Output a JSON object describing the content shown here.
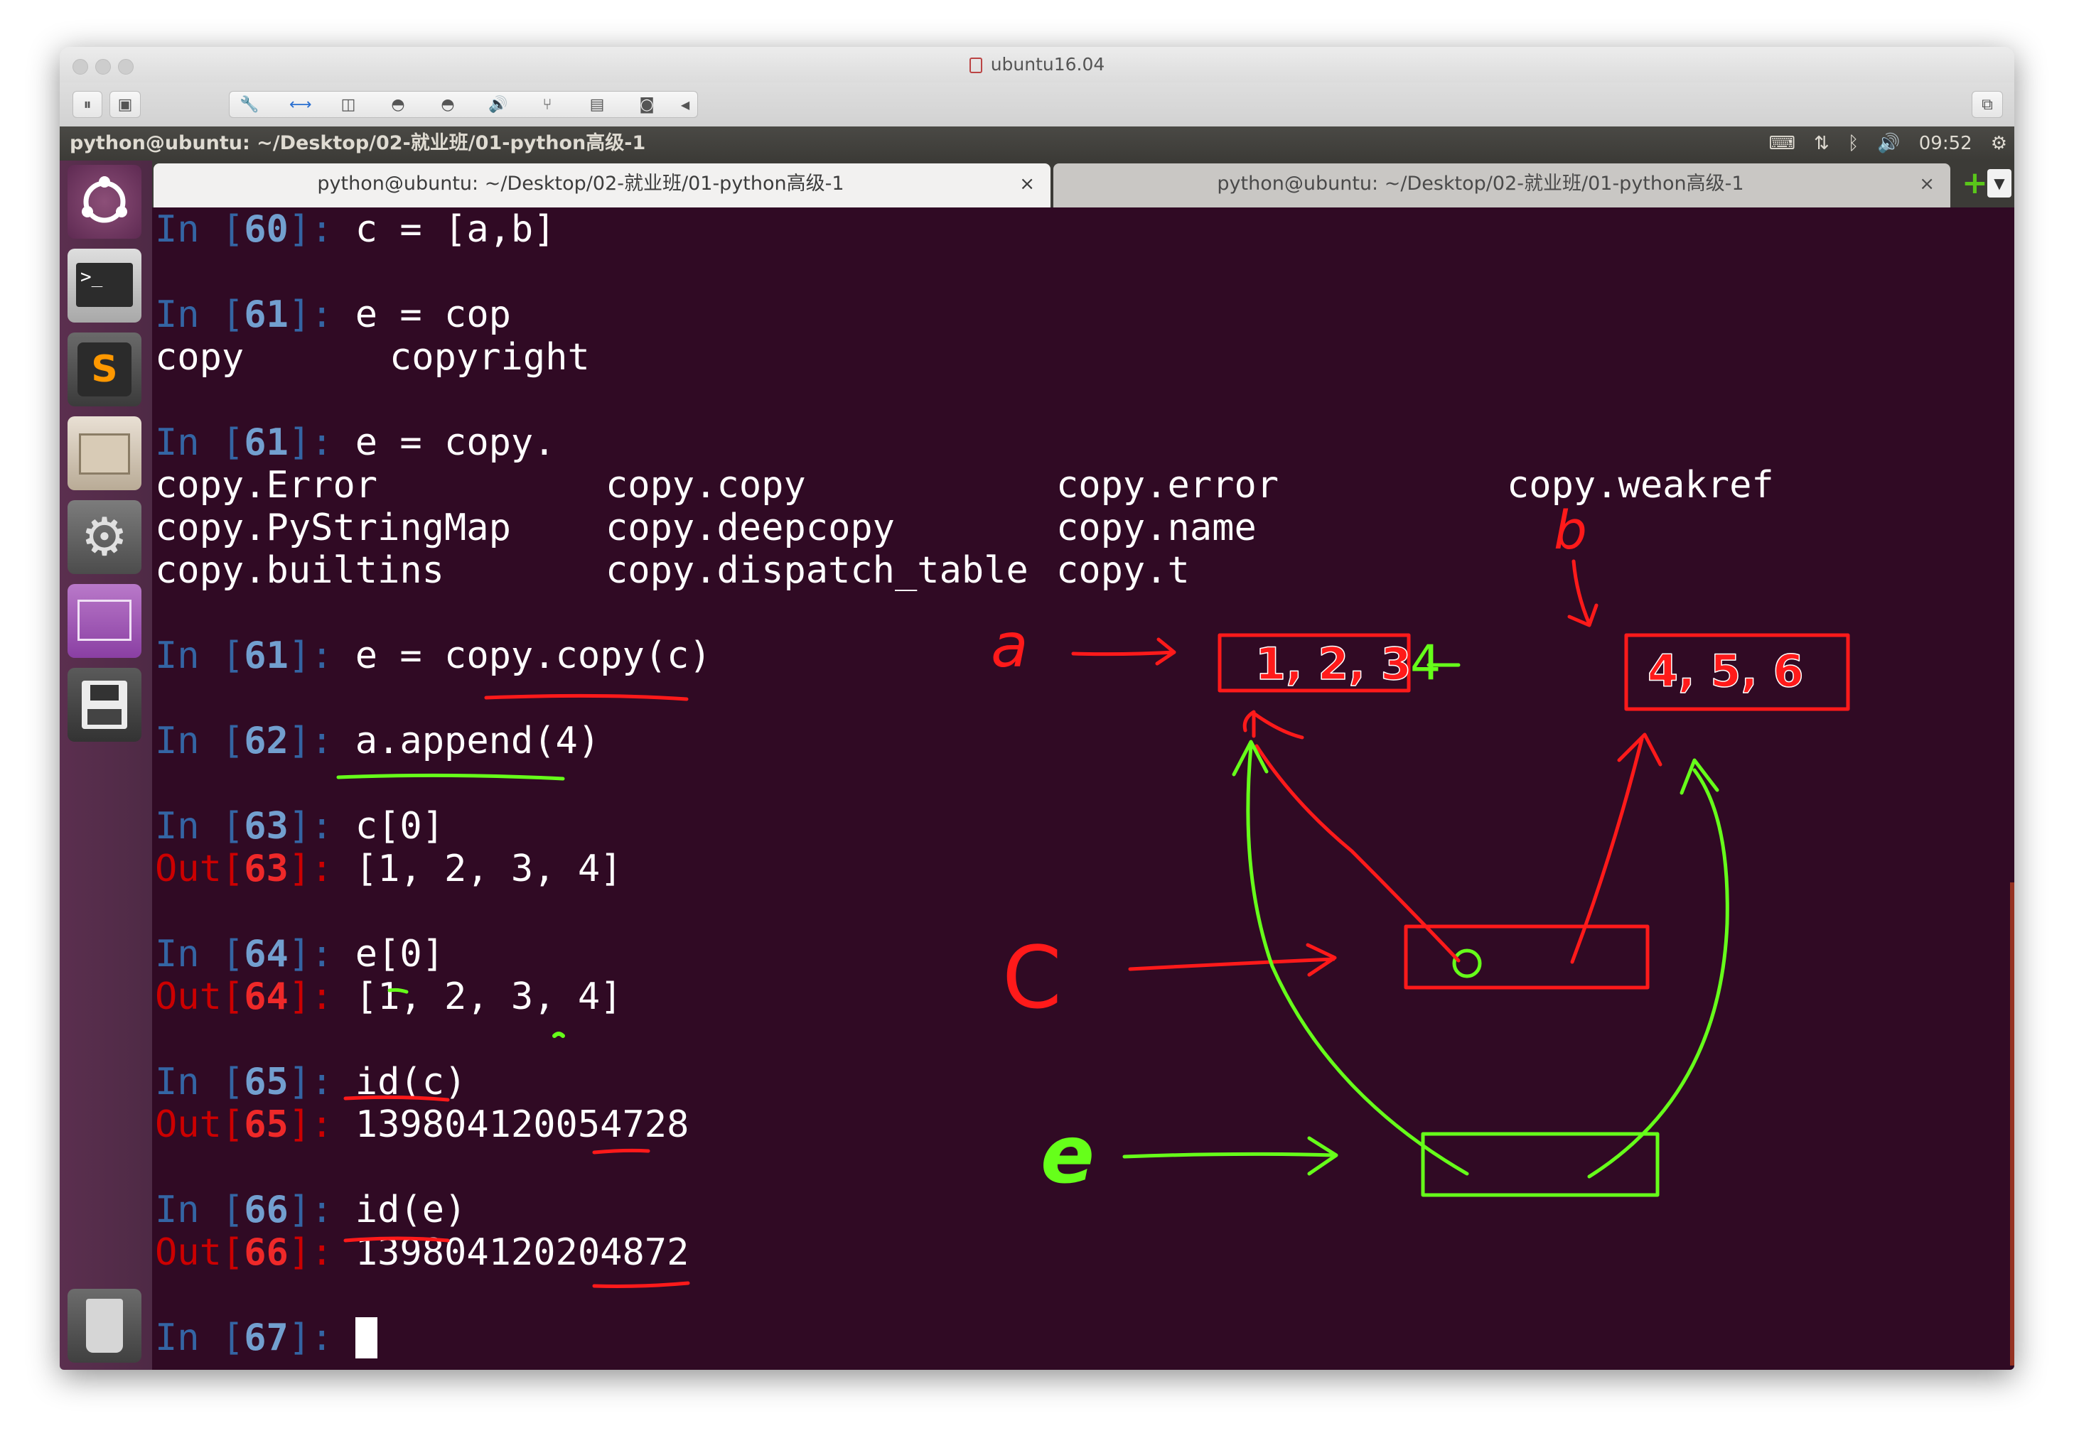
{
  "vm_window": {
    "title": "ubuntu16.04"
  },
  "ubuntu_panel": {
    "title": "python@ubuntu: ~/Desktop/02-就业班/01-python高级-1",
    "clock": "09:52"
  },
  "tabs": [
    {
      "label": "python@ubuntu: ~/Desktop/02-就业班/01-python高级-1",
      "close": "×",
      "active": true
    },
    {
      "label": "python@ubuntu: ~/Desktop/02-就业班/01-python高级-1",
      "close": "×",
      "active": false
    }
  ],
  "new_tab_label": "+",
  "terminal": {
    "prompt_in": "In [",
    "prompt_out": "Out[",
    "prompt_close": "]: ",
    "entries": [
      {
        "n": "60",
        "code": "c = [a,b]"
      },
      {
        "n": "61",
        "code": "e = cop"
      },
      {
        "n": "61",
        "code": "e = copy."
      },
      {
        "n": "61",
        "code": "e = copy.copy(c)"
      },
      {
        "n": "62",
        "code": "a.append(4)"
      },
      {
        "n": "63",
        "code": "c[0]",
        "out": "[1, 2, 3, 4]"
      },
      {
        "n": "64",
        "code": "e[0]",
        "out": "[1, 2, 3, 4]"
      },
      {
        "n": "65",
        "code": "id(c)",
        "out": "139804120054728"
      },
      {
        "n": "66",
        "code": "id(e)",
        "out": "139804120204872"
      },
      {
        "n": "67",
        "code": ""
      }
    ],
    "completion_1": [
      "copy",
      "copyright"
    ],
    "completion_2": [
      [
        "copy.Error",
        "copy.copy",
        "copy.error",
        "copy.weakref"
      ],
      [
        "copy.PyStringMap",
        "copy.deepcopy",
        "copy.name"
      ],
      [
        "copy.builtins",
        "copy.dispatch_table",
        "copy.t"
      ]
    ]
  },
  "annotations": {
    "box_a_text": "1, 2, 3",
    "box_b_text": "4, 5, 6",
    "label_a": "a",
    "label_b": "b",
    "label_c": "C",
    "label_e": "e",
    "appended_digit": "4",
    "colors": {
      "red": "#ff1a1a",
      "green": "#66ff1a"
    }
  },
  "colors": {
    "terminal_bg": "#300a24",
    "prompt_in": "#3465a4",
    "prompt_out": "#cc0000",
    "launcher_bg": "#5b2f4f",
    "panel_bg": "#3c3b37"
  }
}
